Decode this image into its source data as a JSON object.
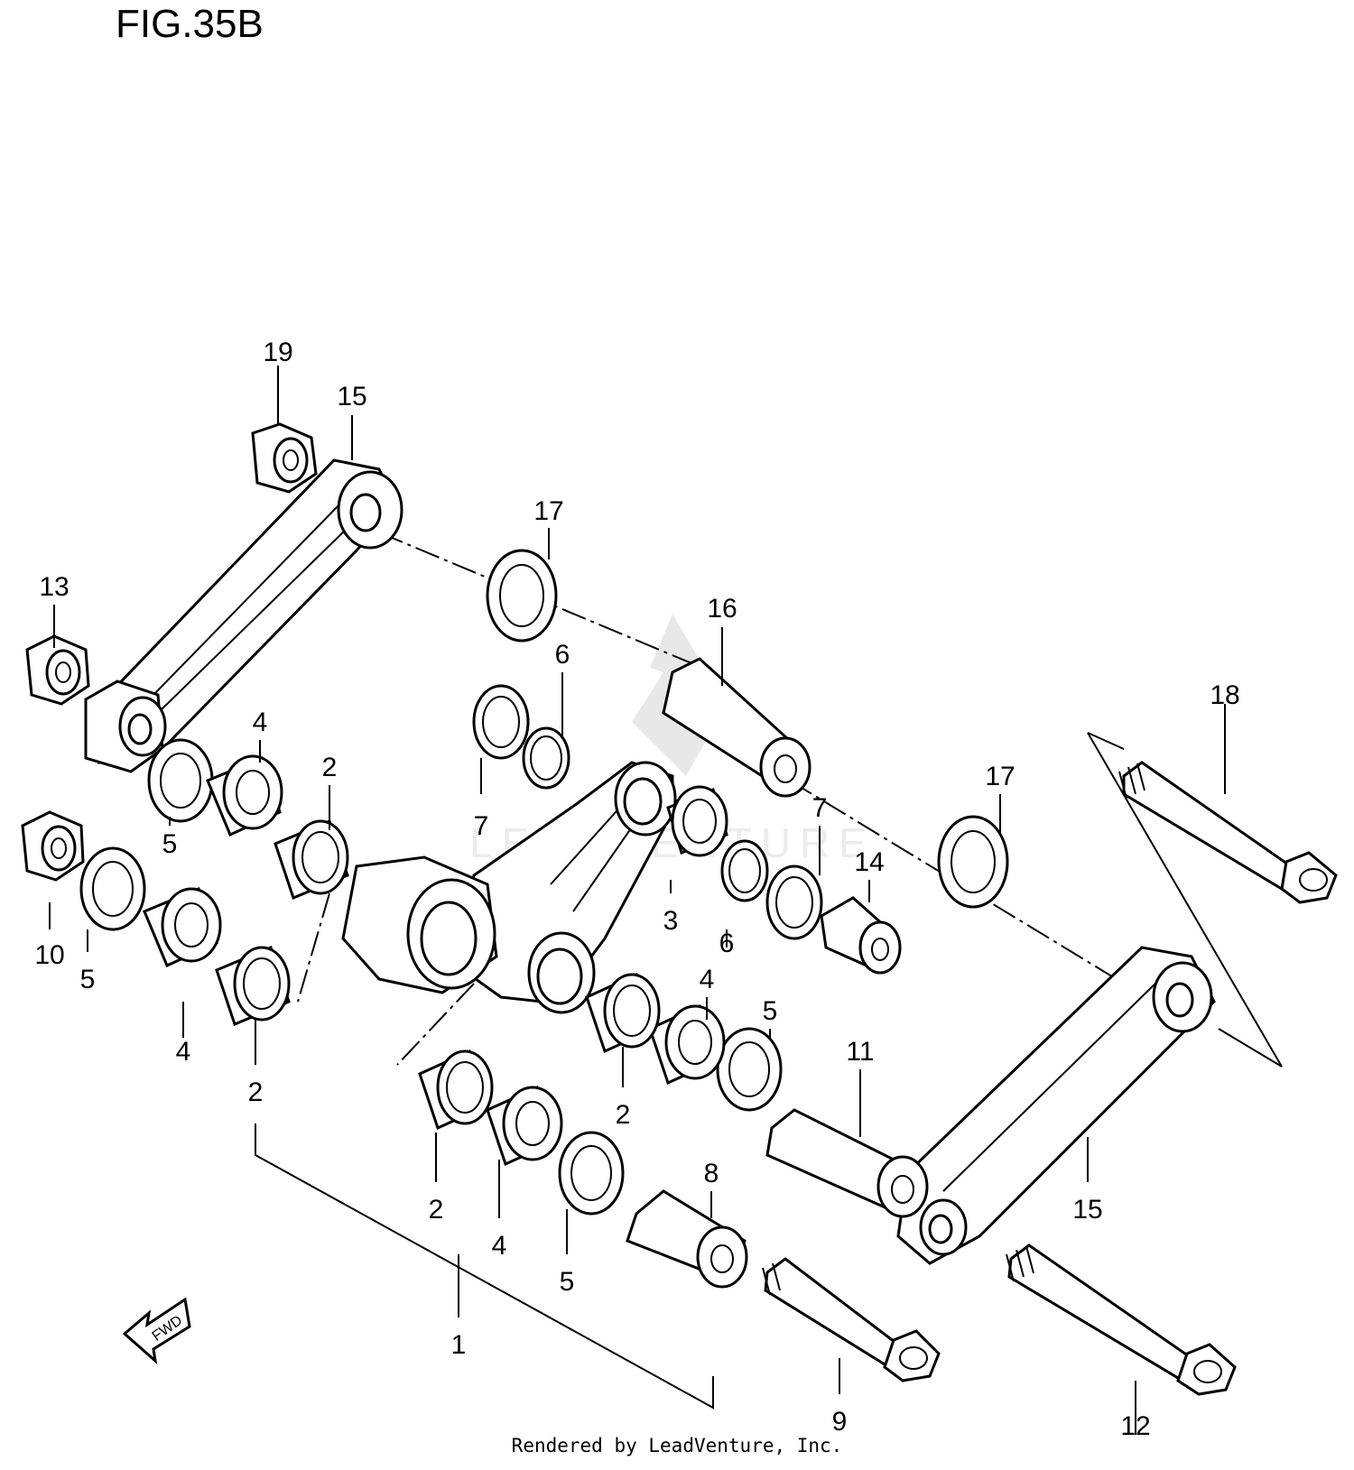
{
  "figure_title": "FIG.35B",
  "credit": "Rendered by LeadVenture, Inc.",
  "watermark": "LEADVENTURE",
  "fwd_label": "FWD",
  "callouts": {
    "c19": "19",
    "c15a": "15",
    "c17a": "17",
    "c13": "13",
    "c16": "16",
    "c6a": "6",
    "c18": "18",
    "c4a": "4",
    "c2a": "2",
    "c7a": "7",
    "c17b": "17",
    "c5a": "5",
    "c7b": "7",
    "c14": "14",
    "c10": "10",
    "c3": "3",
    "c6b": "6",
    "c5b": "5",
    "c4b": "4",
    "c4c": "4",
    "c5c": "5",
    "c11": "11",
    "c2b": "2",
    "c2c": "2",
    "c15b": "15",
    "c2d": "2",
    "c4d": "4",
    "c8": "8",
    "c5d": "5",
    "c1": "1",
    "c9": "9",
    "c12": "12"
  }
}
